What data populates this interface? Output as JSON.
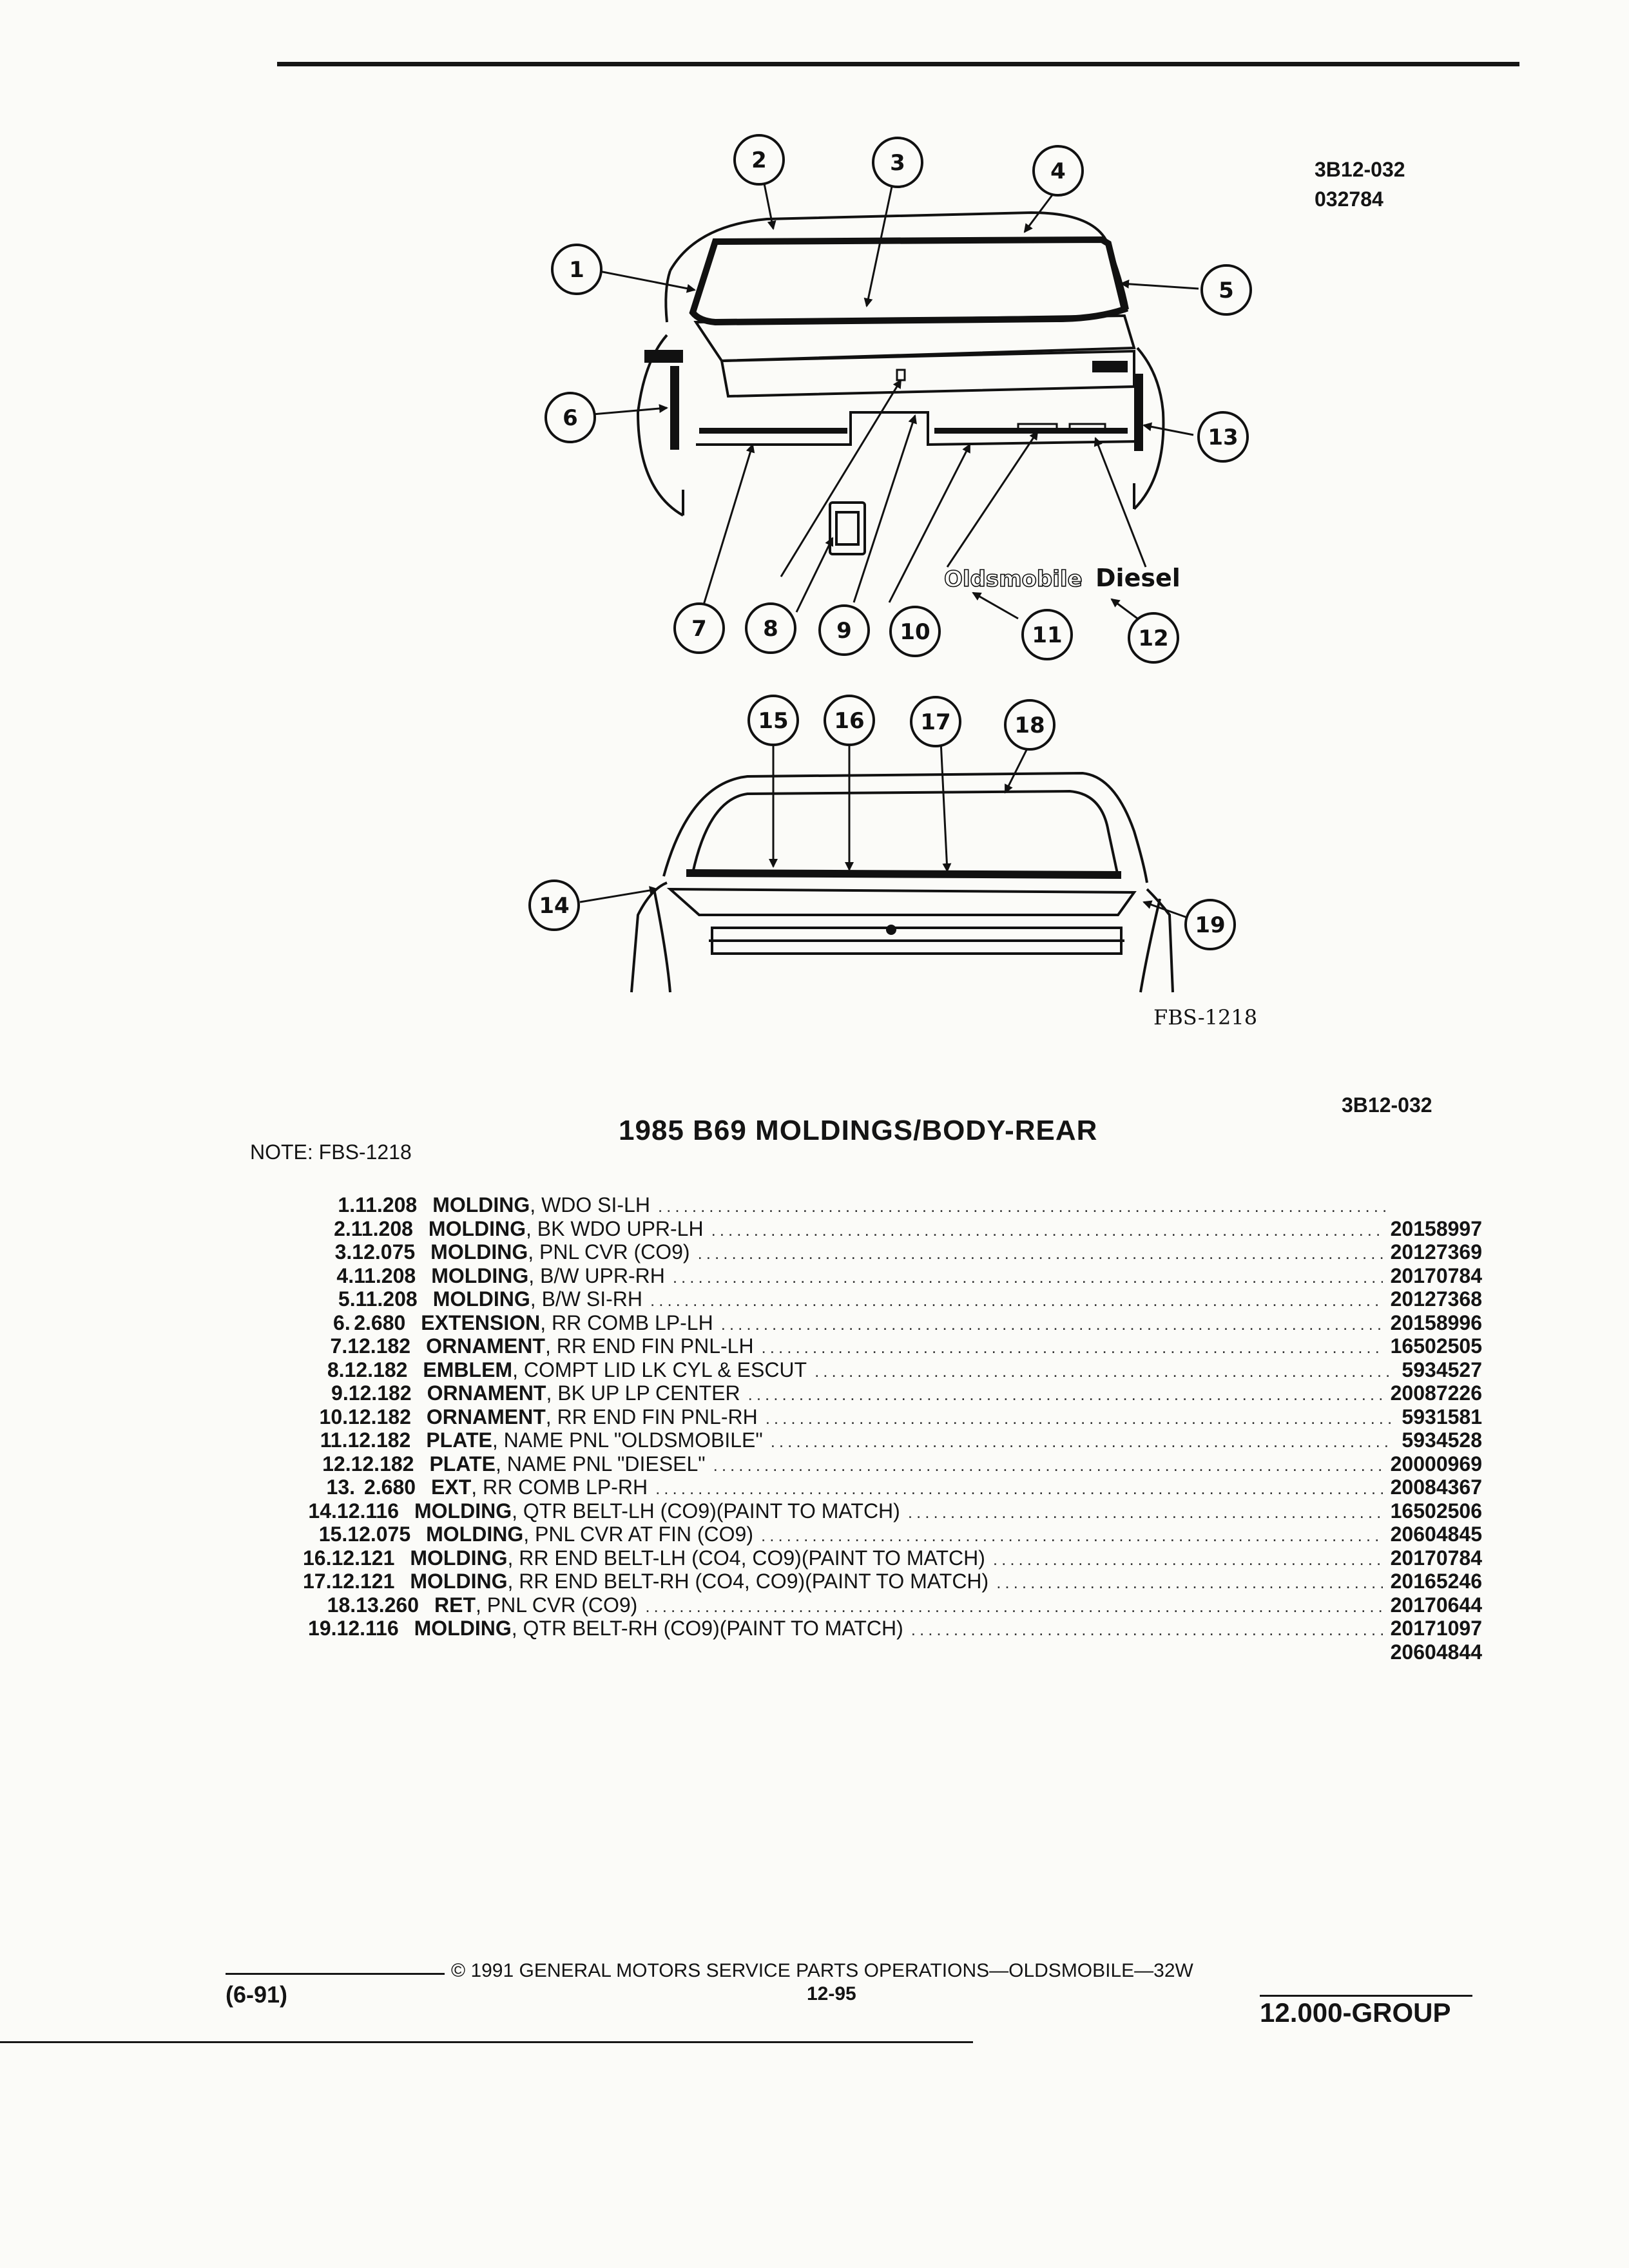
{
  "header": {
    "ref_code": "3B12-032",
    "ref_date": "032784"
  },
  "figure": {
    "callouts": [
      "1",
      "2",
      "3",
      "4",
      "5",
      "6",
      "7",
      "8",
      "9",
      "10",
      "11",
      "12",
      "13",
      "14",
      "15",
      "16",
      "17",
      "18",
      "19"
    ],
    "emblem_oldsmobile": "Oldsmobile",
    "emblem_diesel": "Diesel",
    "figure_id": "FBS-1218"
  },
  "section": {
    "ref_code": "3B12-032",
    "title": "1985 B69 MOLDINGS/BODY-REAR",
    "note": "NOTE:  FBS-1218"
  },
  "parts": [
    {
      "num": "1.",
      "code": "11.208",
      "kw": "MOLDING",
      "desc": ", WDO SI-LH",
      "part": ""
    },
    {
      "num": "2.",
      "code": "11.208",
      "kw": "MOLDING",
      "desc": ", BK WDO UPR-LH",
      "part": "20158997"
    },
    {
      "num": "3.",
      "code": "12.075",
      "kw": "MOLDING",
      "desc": ", PNL CVR (CO9)",
      "part": "20127369"
    },
    {
      "num": "4.",
      "code": "11.208",
      "kw": "MOLDING",
      "desc": ", B/W UPR-RH",
      "part": "20170784"
    },
    {
      "num": "5.",
      "code": "11.208",
      "kw": "MOLDING",
      "desc": ", B/W SI-RH",
      "part": "20127368"
    },
    {
      "num": "6.",
      "code": "2.680",
      "kw": "EXTENSION",
      "desc": ", RR COMB LP-LH",
      "part": "20158996"
    },
    {
      "num": "7.",
      "code": "12.182",
      "kw": "ORNAMENT",
      "desc": ", RR END FIN PNL-LH",
      "part": "16502505"
    },
    {
      "num": "8.",
      "code": "12.182",
      "kw": "EMBLEM",
      "desc": ", COMPT LID LK CYL & ESCUT",
      "part": "5934527"
    },
    {
      "num": "9.",
      "code": "12.182",
      "kw": "ORNAMENT",
      "desc": ", BK UP LP CENTER",
      "part": "20087226"
    },
    {
      "num": "10.",
      "code": "12.182",
      "kw": "ORNAMENT",
      "desc": ", RR END FIN PNL-RH",
      "part": "5931581"
    },
    {
      "num": "11.",
      "code": "12.182",
      "kw": "PLATE",
      "desc": ", NAME PNL \"OLDSMOBILE\"",
      "part": "5934528"
    },
    {
      "num": "12.",
      "code": "12.182",
      "kw": "PLATE",
      "desc": ", NAME PNL \"DIESEL\"",
      "part": "20000969"
    },
    {
      "num": "13.",
      "code": "2.680",
      "kw": "EXT",
      "desc": ", RR COMB LP-RH",
      "part": "20084367"
    },
    {
      "num": "14.",
      "code": "12.116",
      "kw": "MOLDING",
      "desc": ", QTR BELT-LH (CO9)(PAINT TO MATCH)",
      "part": "16502506"
    },
    {
      "num": "15.",
      "code": "12.075",
      "kw": "MOLDING",
      "desc": ", PNL CVR AT FIN (CO9)",
      "part": "20604845"
    },
    {
      "num": "16.",
      "code": "12.121",
      "kw": "MOLDING",
      "desc": ", RR END BELT-LH (CO4, CO9)(PAINT TO MATCH)",
      "part": "20170784"
    },
    {
      "num": "17.",
      "code": "12.121",
      "kw": "MOLDING",
      "desc": ", RR END BELT-RH (CO4, CO9)(PAINT TO MATCH)",
      "part": "20165246"
    },
    {
      "num": "18.",
      "code": "13.260",
      "kw": "RET",
      "desc": ", PNL CVR (CO9)",
      "part": "20170644"
    },
    {
      "num": "19.",
      "code": "12.116",
      "kw": "MOLDING",
      "desc": ", QTR BELT-RH (CO9)(PAINT TO MATCH)",
      "part": "20171097"
    },
    {
      "num": "",
      "code": "",
      "kw": "",
      "desc": "",
      "part": "20604844"
    }
  ],
  "footer": {
    "copyright": "© 1991 GENERAL MOTORS SERVICE PARTS OPERATIONS—OLDSMOBILE—32W",
    "date_code": "(6-91)",
    "page": "12-95",
    "group": "12.000-GROUP"
  }
}
